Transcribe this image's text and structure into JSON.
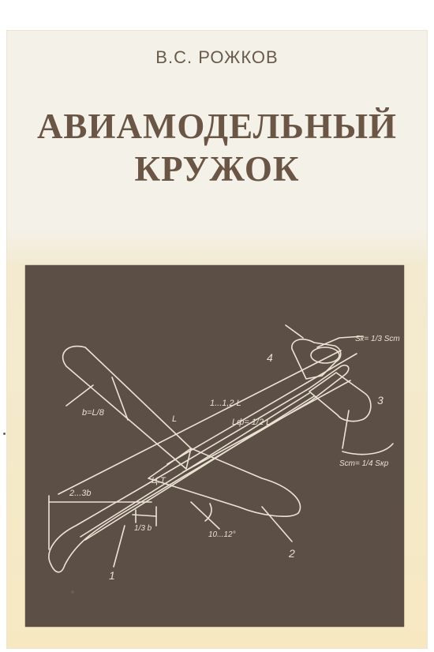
{
  "cover": {
    "author": "В.С. РОЖКОВ",
    "title_line1": "АВИАМОДЕЛЬНЫЙ",
    "title_line2": "КРУЖОК",
    "background_color": "#f6e9c2",
    "plate_color": "#5b4f46",
    "ink_color": "#6b5646"
  },
  "drawing": {
    "callouts": {
      "n1": "1",
      "n2": "2",
      "n3": "3",
      "n4": "4"
    },
    "labels": {
      "wing_chord": "b=L/8",
      "wing_span": "L",
      "fuselage": "1...1,2 L",
      "lf": "Lф= 1/2 L",
      "cg": "Ц.Т",
      "nose": "2...3b",
      "cg_pos": "1/3 b",
      "angle": "10...12°",
      "fin_area": "Sк= 1/3 Sст",
      "stab_area": "Sст= 1/4 Sкр"
    }
  }
}
